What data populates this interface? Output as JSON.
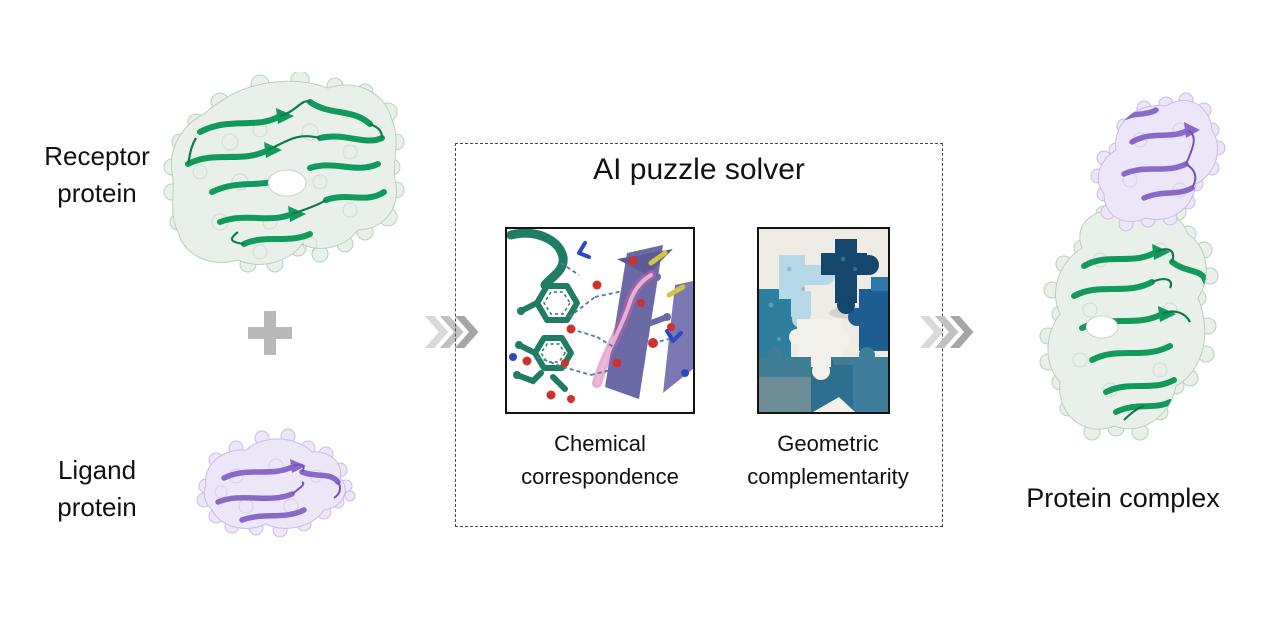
{
  "figure": {
    "labels": {
      "receptor": "Receptor\nprotein",
      "ligand": "Ligand\nprotein",
      "complex": "Protein complex"
    },
    "solver_box": {
      "title": "AI puzzle solver",
      "panels": [
        {
          "name": "chemical-correspondence",
          "label": "Chemical\ncorrespondence"
        },
        {
          "name": "geometric-complementarity",
          "label": "Geometric\ncomplementarity"
        }
      ]
    },
    "icons": {
      "plus-icon": "+",
      "chevron-arrow-icon": "»»»"
    },
    "colors": {
      "text": "#111111",
      "box_border": "#4a4a4a",
      "panel_border": "#141414",
      "plus": "#b9b9b9",
      "arrow_1": "#d9d9d9",
      "arrow_2": "#c1c1c1",
      "arrow_3": "#a6a6a6",
      "receptor_ribbon": "#12995e",
      "receptor_loop": "#0d7a4a",
      "receptor_surface": "#e9f0ea",
      "receptor_edge": "#b9cfc0",
      "ligand_ribbon": "#8a68c8",
      "ligand_loop": "#7352b4",
      "ligand_surface": "#ece6f8",
      "ligand_edge": "#c9bbe4",
      "chem_green": "#1e7d62",
      "chem_slate": "#6c69a7",
      "chem_slate_dark": "#5d5a99",
      "chem_slate_light": "#7b78b4",
      "chem_pink": "#cb5ea8",
      "chem_red": "#cf312d",
      "chem_blue": "#2d49c0",
      "chem_yellow": "#d6c33e",
      "chem_hbond": "#4a7cad",
      "puzzle_bg": "#efece6",
      "puzzle_light": "#b7d8e6",
      "puzzle_navy": "#15476d",
      "puzzle_teal": "#2e7e9d",
      "puzzle_blue": "#1d5d92",
      "puzzle_band": "#417d94",
      "puzzle_band2": "#2d6f8e",
      "puzzle_band3": "#6f8d96",
      "puzzle_band4": "#3e7e9b",
      "puzzle_hole": "#f2f0ea"
    }
  }
}
